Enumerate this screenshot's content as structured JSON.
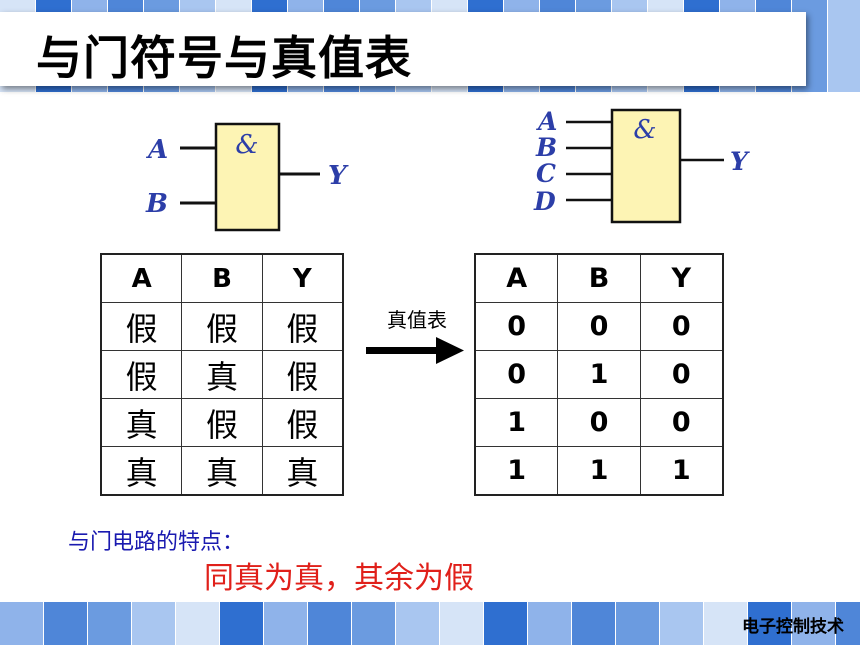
{
  "slide": {
    "title": "与门符号与真值表",
    "footer": "电子控制技术"
  },
  "gate2": {
    "symbol": "&",
    "inputs": [
      "A",
      "B"
    ],
    "output": "Y"
  },
  "gate4": {
    "symbol": "&",
    "inputs": [
      "A",
      "B",
      "C",
      "D"
    ],
    "output": "Y"
  },
  "table_cn": {
    "header": [
      "A",
      "B",
      "Y"
    ],
    "rows": [
      [
        "假",
        "假",
        "假"
      ],
      [
        "假",
        "真",
        "假"
      ],
      [
        "真",
        "假",
        "假"
      ],
      [
        "真",
        "真",
        "真"
      ]
    ]
  },
  "table_bin": {
    "header": [
      "A",
      "B",
      "Y"
    ],
    "rows": [
      [
        "0",
        "0",
        "0"
      ],
      [
        "0",
        "1",
        "0"
      ],
      [
        "1",
        "0",
        "0"
      ],
      [
        "1",
        "1",
        "1"
      ]
    ]
  },
  "arrow_label": "真值表",
  "feature": {
    "label": "与门电路的特点：",
    "text": "同真为真，其余为假"
  },
  "colors": {
    "gate_fill": "#fdf4b4",
    "pin_label": "#2c3ea8",
    "feature_label": "#1a1ab0",
    "feature_text": "#e0201a",
    "band_tiles": [
      "#4f86d8",
      "#6b9be0",
      "#a9c6f0",
      "#d6e4f7",
      "#2f6fd0",
      "#8fb3ea"
    ]
  }
}
